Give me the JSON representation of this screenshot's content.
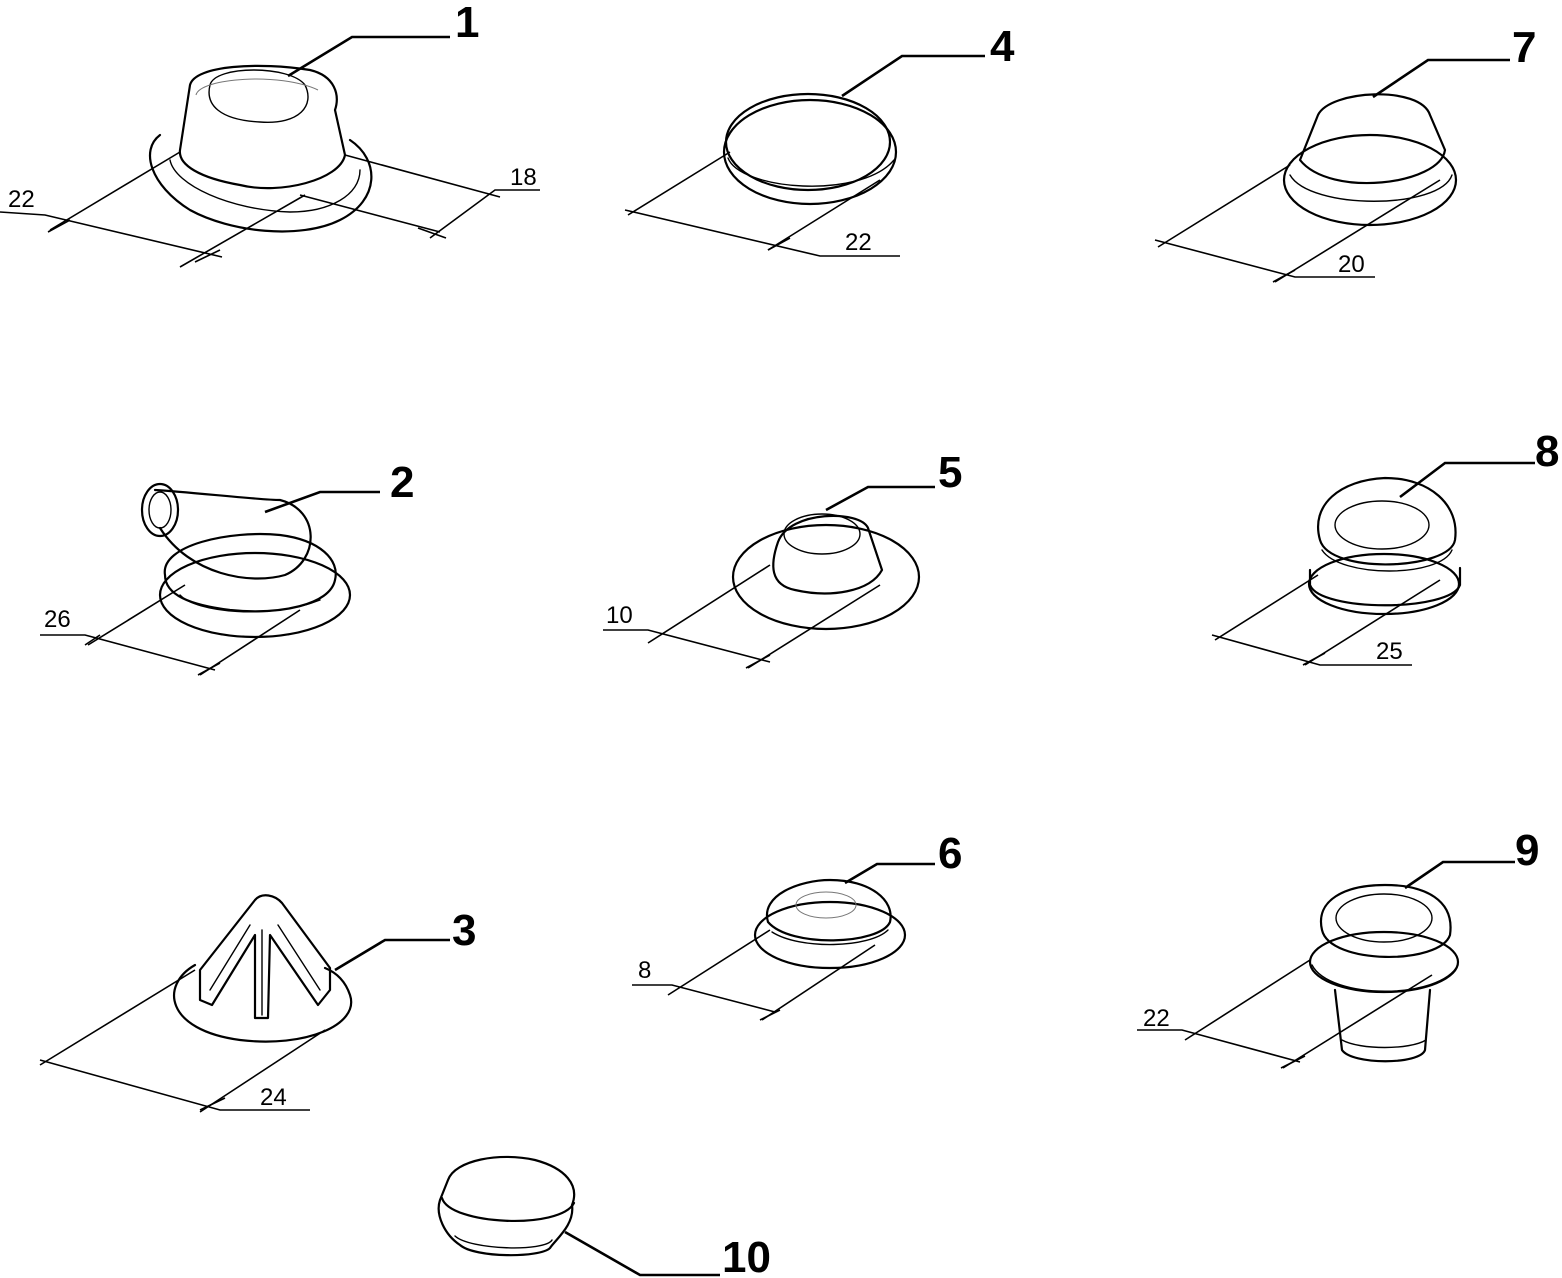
{
  "parts": [
    {
      "callout": "1",
      "dimensions": [
        "22",
        "18"
      ]
    },
    {
      "callout": "2",
      "dimensions": [
        "26"
      ]
    },
    {
      "callout": "3",
      "dimensions": [
        "24"
      ]
    },
    {
      "callout": "4",
      "dimensions": [
        "22"
      ]
    },
    {
      "callout": "5",
      "dimensions": [
        "10"
      ]
    },
    {
      "callout": "6",
      "dimensions": [
        "8"
      ]
    },
    {
      "callout": "7",
      "dimensions": [
        "20"
      ]
    },
    {
      "callout": "8",
      "dimensions": [
        "25"
      ]
    },
    {
      "callout": "9",
      "dimensions": [
        "22"
      ]
    },
    {
      "callout": "10",
      "dimensions": []
    }
  ]
}
